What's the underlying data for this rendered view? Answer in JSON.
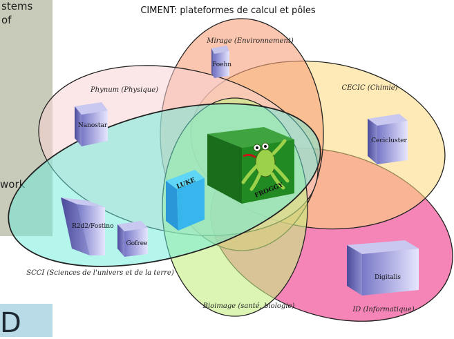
{
  "background_slide": {
    "lines": [
      "stems",
      "of",
      "work"
    ],
    "big_text": "D"
  },
  "diagram": {
    "title": "CIMENT: plateformes de calcul et pôles",
    "poles": [
      {
        "id": "mirage",
        "label": "Mirage (Environnement)",
        "color": "#f6a07a"
      },
      {
        "id": "phynum",
        "label": "Phynum (Physique)",
        "color": "#f7d3d3"
      },
      {
        "id": "cecic",
        "label": "CECIC (Chimie)",
        "color": "#fcd87a"
      },
      {
        "id": "id",
        "label": "ID (Informatique)",
        "color": "#f25c9d"
      },
      {
        "id": "bioimage",
        "label": "Bioimage (santé, biologie)",
        "color": "#c4ee82"
      },
      {
        "id": "scci",
        "label": "SCCI (Sciences de l'univers et de la terre)",
        "color": "#69ecd9"
      }
    ],
    "clusters": [
      {
        "id": "foehn",
        "label": "Foehn"
      },
      {
        "id": "nanostar",
        "label": "Nanostar"
      },
      {
        "id": "cecicluster",
        "label": "Cecicluster"
      },
      {
        "id": "r2d2",
        "label": "R2d2/Fostino"
      },
      {
        "id": "gofree",
        "label": "Gofree"
      },
      {
        "id": "digitalis",
        "label": "Digitalis"
      },
      {
        "id": "luke",
        "label": "LUKE"
      },
      {
        "id": "froggy",
        "label": "FROGGY"
      }
    ]
  }
}
